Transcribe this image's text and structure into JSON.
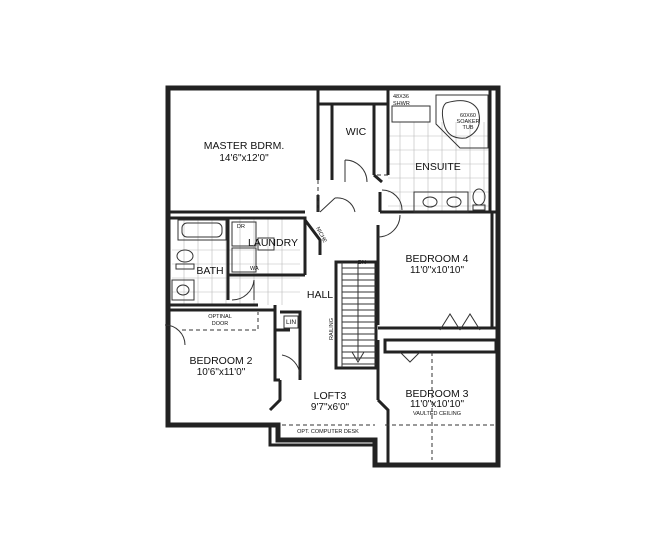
{
  "rooms": {
    "master": {
      "name": "MASTER BDRM.",
      "size": "14'6\"x12'0\""
    },
    "wic": {
      "name": "WIC"
    },
    "shower": {
      "name": "48X36",
      "name2": "SHWR"
    },
    "tub": {
      "line1": "60X60",
      "line2": "SOAKER",
      "line3": "TUB"
    },
    "ensuite": {
      "name": "ENSUITE"
    },
    "laundry": {
      "name": "LAUNDRY",
      "dr": "DR",
      "wa": "WA"
    },
    "niche": {
      "name": "NICHE"
    },
    "bath": {
      "name": "BATH"
    },
    "optional_door": {
      "line1": "OPTINAL",
      "line2": "DOOR"
    },
    "hall": {
      "name": "HALL"
    },
    "stairs": {
      "dn": "DN",
      "railing": "RAILING"
    },
    "bedroom4": {
      "name": "BEDROOM 4",
      "size": "11'0\"x10'10\""
    },
    "lin": {
      "name": "LIN"
    },
    "bedroom2": {
      "name": "BEDROOM 2",
      "size": "10'6\"x11'0\""
    },
    "loft": {
      "name": "LOFT3",
      "size": "9'7\"x6'0\""
    },
    "bedroom3": {
      "name": "BEDROOM 3",
      "size": "11'0\"x10'10\"",
      "note": "VAULTED CEILING"
    },
    "desk": {
      "name": "OPT. COMPUTER DESK"
    }
  }
}
